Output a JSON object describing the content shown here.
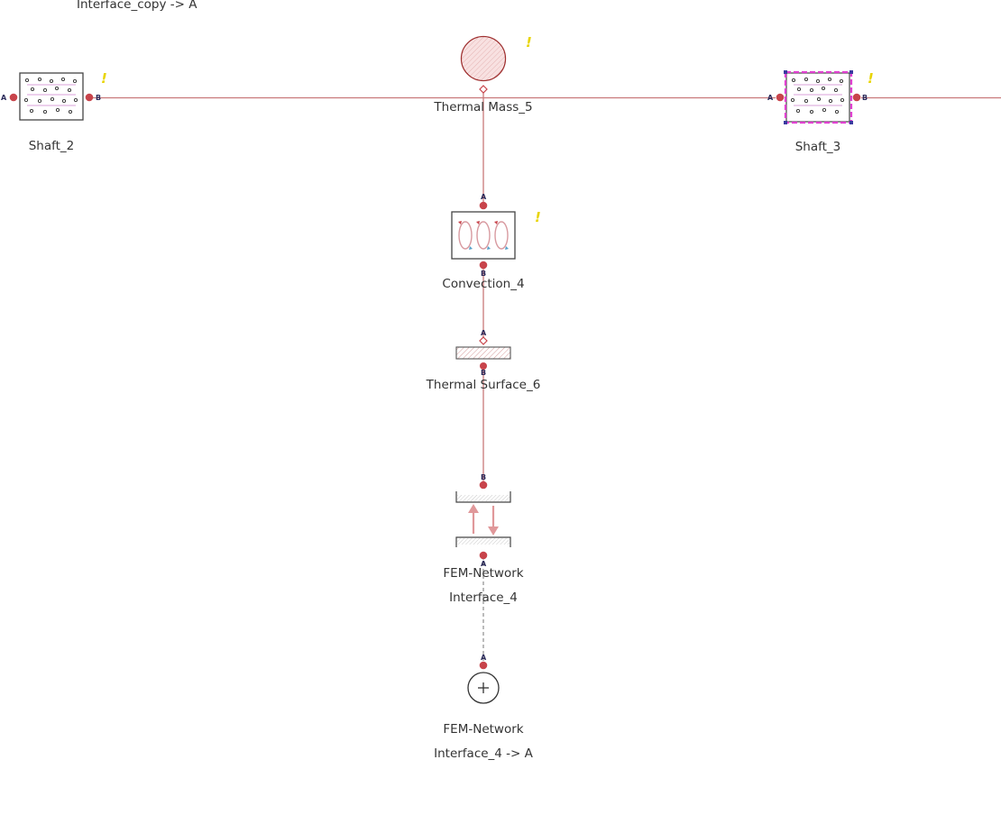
{
  "colors": {
    "wire": "#c9787a",
    "port": "#c8444b",
    "warning": "#e8d400",
    "selection": "#e040d0",
    "handle": "#3a3aa0",
    "block_border": "#444444",
    "mass_fill": "#f3c9c9",
    "mass_border": "#a03030",
    "arrow": "#e0989a",
    "label": "#333333"
  },
  "top_partial_label": "Interface_copy -> A",
  "blocks": {
    "shaft_2": {
      "label": "Shaft_2",
      "port_a": "A",
      "port_b": "B",
      "icon": "shaft-icon",
      "warning": "!"
    },
    "thermal_mass_5": {
      "label": "Thermal Mass_5",
      "icon": "thermal-mass-icon",
      "warning": "!"
    },
    "shaft_3": {
      "label": "Shaft_3",
      "port_a": "A",
      "port_b": "B",
      "icon": "shaft-icon",
      "warning": "!",
      "selected": true
    },
    "convection_4": {
      "label": "Convection_4",
      "port_a": "A",
      "port_b": "B",
      "icon": "convection-icon",
      "warning": "!"
    },
    "thermal_surface_6": {
      "label": "Thermal Surface_6",
      "port_a": "A",
      "port_b": "B",
      "icon": "thermal-surface-icon"
    },
    "fem_interface_4": {
      "label_line1": "FEM-Network",
      "label_line2": "Interface_4",
      "port_a": "A",
      "port_b": "B",
      "icon": "fem-interface-icon"
    },
    "fem_interface_4_a": {
      "label_line1": "FEM-Network",
      "label_line2": "Interface_4 -> A",
      "port_a": "A",
      "icon": "plus-connector-icon"
    }
  }
}
